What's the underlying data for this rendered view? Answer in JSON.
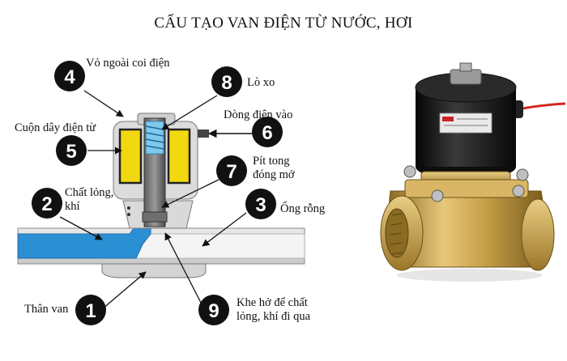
{
  "title": "CẤU TẠO VAN ĐIỆN TỪ NƯỚC, HƠI",
  "parts": [
    {
      "num": "1",
      "label": "Thân van"
    },
    {
      "num": "2",
      "label": "Chất lỏng, khí"
    },
    {
      "num": "3",
      "label": "Ống rỗng"
    },
    {
      "num": "4",
      "label": "Vỏ ngoài coi điện"
    },
    {
      "num": "5",
      "label": "Cuộn dây điện từ"
    },
    {
      "num": "6",
      "label": "Dòng điện vào"
    },
    {
      "num": "7",
      "label": "Pít tong đóng mở"
    },
    {
      "num": "8",
      "label": "Lò xo"
    },
    {
      "num": "9",
      "label": "Khe hở để chất lỏng, khí đi qua"
    }
  ],
  "colors": {
    "fluid_blue": "#2b8fd4",
    "coil_yellow": "#f2d80f",
    "badge_black": "#111111",
    "brass": "#c9a24a",
    "body_gray": "#d4d4d4"
  }
}
